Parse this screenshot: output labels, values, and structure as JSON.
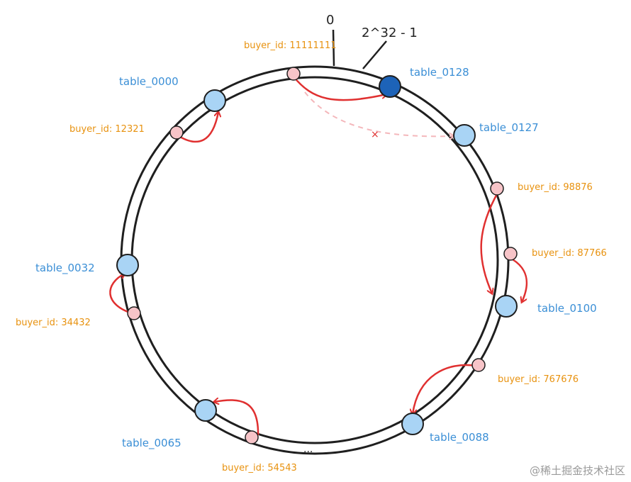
{
  "diagram": {
    "zero_label": "0",
    "max_label": "2^32 - 1",
    "ellipsis": "...",
    "cross": "×"
  },
  "tables": [
    {
      "id": "t0000",
      "label": "table_0000",
      "active": false
    },
    {
      "id": "t0128",
      "label": "table_0128",
      "active": true
    },
    {
      "id": "t0127",
      "label": "table_0127",
      "active": false
    },
    {
      "id": "t0100",
      "label": "table_0100",
      "active": false
    },
    {
      "id": "t0088",
      "label": "table_0088",
      "active": false
    },
    {
      "id": "t0065",
      "label": "table_0065",
      "active": false
    },
    {
      "id": "t0032",
      "label": "table_0032",
      "active": false
    }
  ],
  "buyers": [
    {
      "id": "b111",
      "label": "buyer_id: 11111111"
    },
    {
      "id": "b12321",
      "label": "buyer_id: 12321"
    },
    {
      "id": "b98876",
      "label": "buyer_id: 98876"
    },
    {
      "id": "b87766",
      "label": "buyer_id: 87766"
    },
    {
      "id": "b767676",
      "label": "buyer_id: 767676"
    },
    {
      "id": "b54543",
      "label": "buyer_id: 54543"
    },
    {
      "id": "b34432",
      "label": "buyer_id: 34432"
    }
  ],
  "colors": {
    "ring": "#1f1f1f",
    "table_fill": "#a9d4f5",
    "table_active_fill": "#1d63b8",
    "buyer_fill": "#f7c4c8",
    "arrow": "#e03030",
    "arrow_faded": "#f4b7bb"
  },
  "watermark": "@稀土掘金技术社区"
}
